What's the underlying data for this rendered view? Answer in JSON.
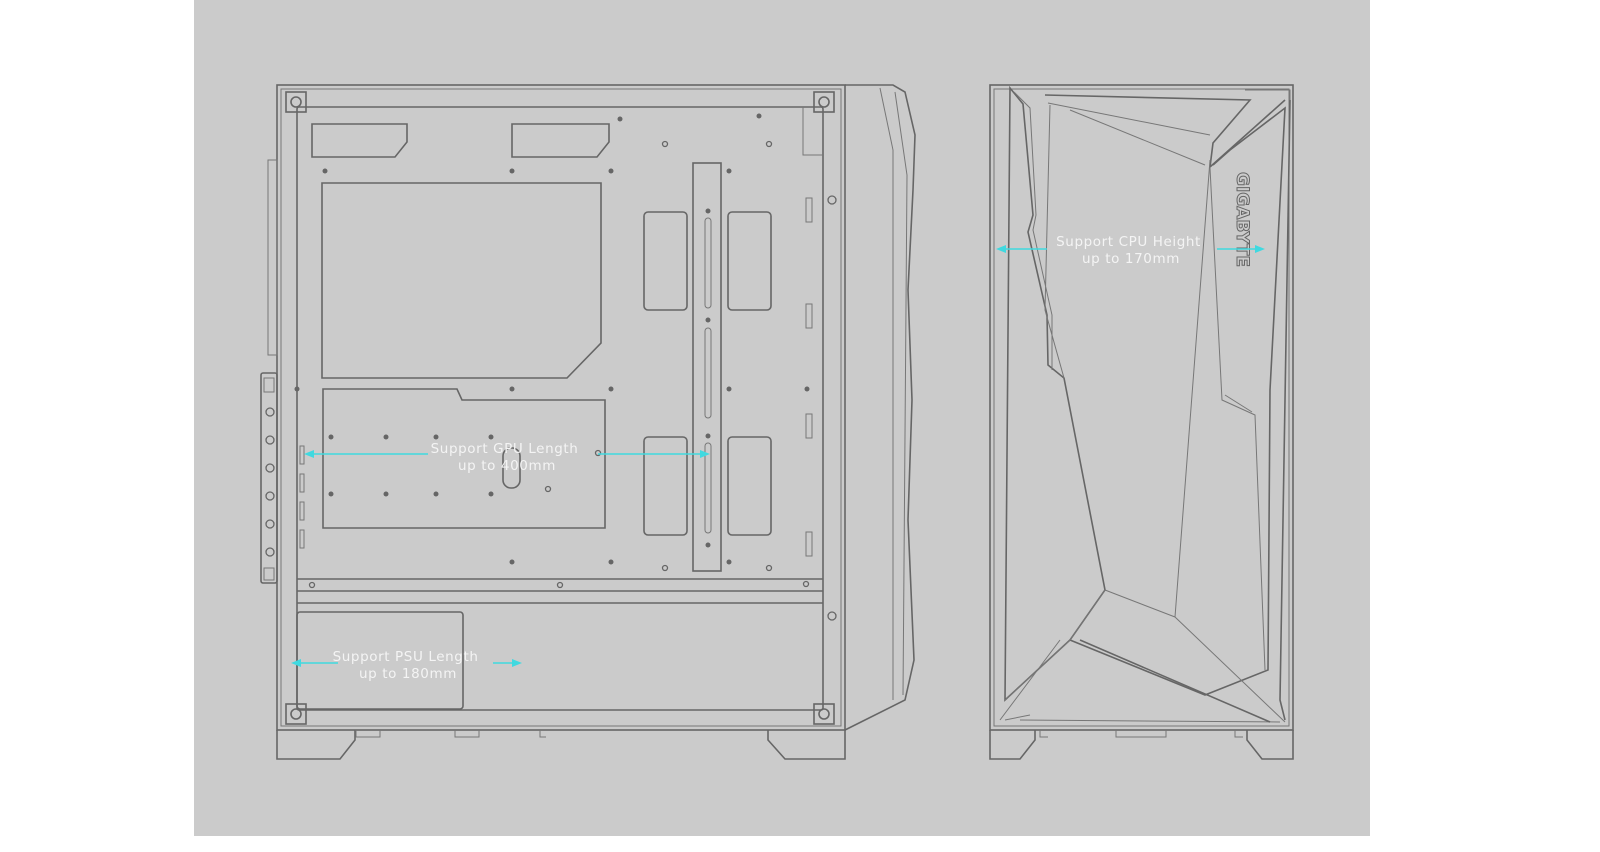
{
  "side_view": {
    "gpu_label": {
      "line1": "Support GPU Length",
      "line2": "up to 400mm"
    },
    "psu_label": {
      "line1": "Support PSU Length",
      "line2": "up to 180mm"
    }
  },
  "front_view": {
    "brand_logo": "GIGABYTE",
    "cpu_label": {
      "line1": "Support CPU Height",
      "line2": "up to 170mm"
    }
  },
  "colors": {
    "background": "#cbcbcb",
    "line": "#666666",
    "arrow": "#3fd9e0",
    "label": "#f4f4f4"
  }
}
